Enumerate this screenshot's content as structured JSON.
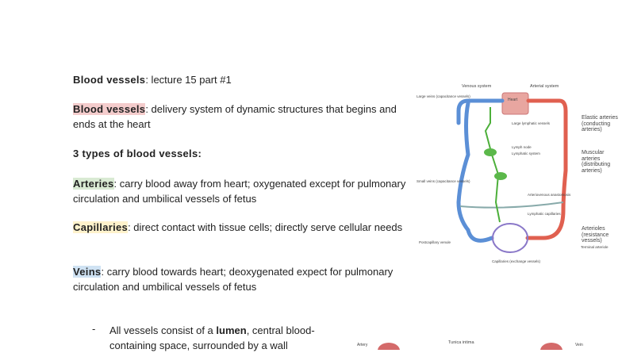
{
  "title": {
    "bold": "Blood vessels",
    "rest": ": lecture 15 part #1"
  },
  "definition": {
    "term": "Blood vessels",
    "text": ": delivery system of dynamic structures that begins and ends at the heart"
  },
  "types_heading": "3 types of blood vessels:",
  "types": [
    {
      "term": "Arteries",
      "text": ": carry blood away from heart; oxygenated except for pulmonary circulation and umbilical vessels of fetus",
      "highlight": "#d9ead3"
    },
    {
      "term": "Capillaries",
      "text": ": direct contact with tissue cells; directly serve cellular needs",
      "highlight": "#fff2cc"
    },
    {
      "term": "Veins",
      "text": ": carry blood towards heart; deoxygenated expect for pulmonary circulation and umbilical vessels of fetus",
      "highlight": "#cfe2f3"
    }
  ],
  "bullet": {
    "marker": "-",
    "pre": "All vessels consist of a ",
    "bold": "lumen",
    "post": ", central blood-containing space, surrounded by a wall"
  },
  "diagram": {
    "venous_system": "Venous system",
    "arterial_system": "Arterial system",
    "heart": "Heart",
    "large_veins": "Large veins (capacitance vessels)",
    "large_lymphatic": "Large lymphatic vessels",
    "lymph_node": "Lymph node",
    "lymphatic_system": "Lymphatic system",
    "small_veins": "Small veins (capacitance vessels)",
    "av_anastomosis": "Arteriovenous anastomosis",
    "lymphatic_capillaries": "Lymphatic capillaries",
    "postcapillary_venule": "Postcapillary venule",
    "capillaries": "Capillaries (exchange vessels)",
    "elastic_arteries": "Elastic arteries (conducting arteries)",
    "muscular_arteries": "Muscular arteries (distributing arteries)",
    "arterioles": "Arterioles (resistance vessels)",
    "terminal_arteriole": "Terminal arteriole",
    "colors": {
      "vein": "#5b8fd6",
      "artery": "#e06050",
      "lymph": "#4caf3a",
      "capillary": "#8a78c8"
    }
  },
  "bottom_figure": {
    "artery": "Artery",
    "tunica_intima": "Tunica intima",
    "vein": "Vein"
  }
}
